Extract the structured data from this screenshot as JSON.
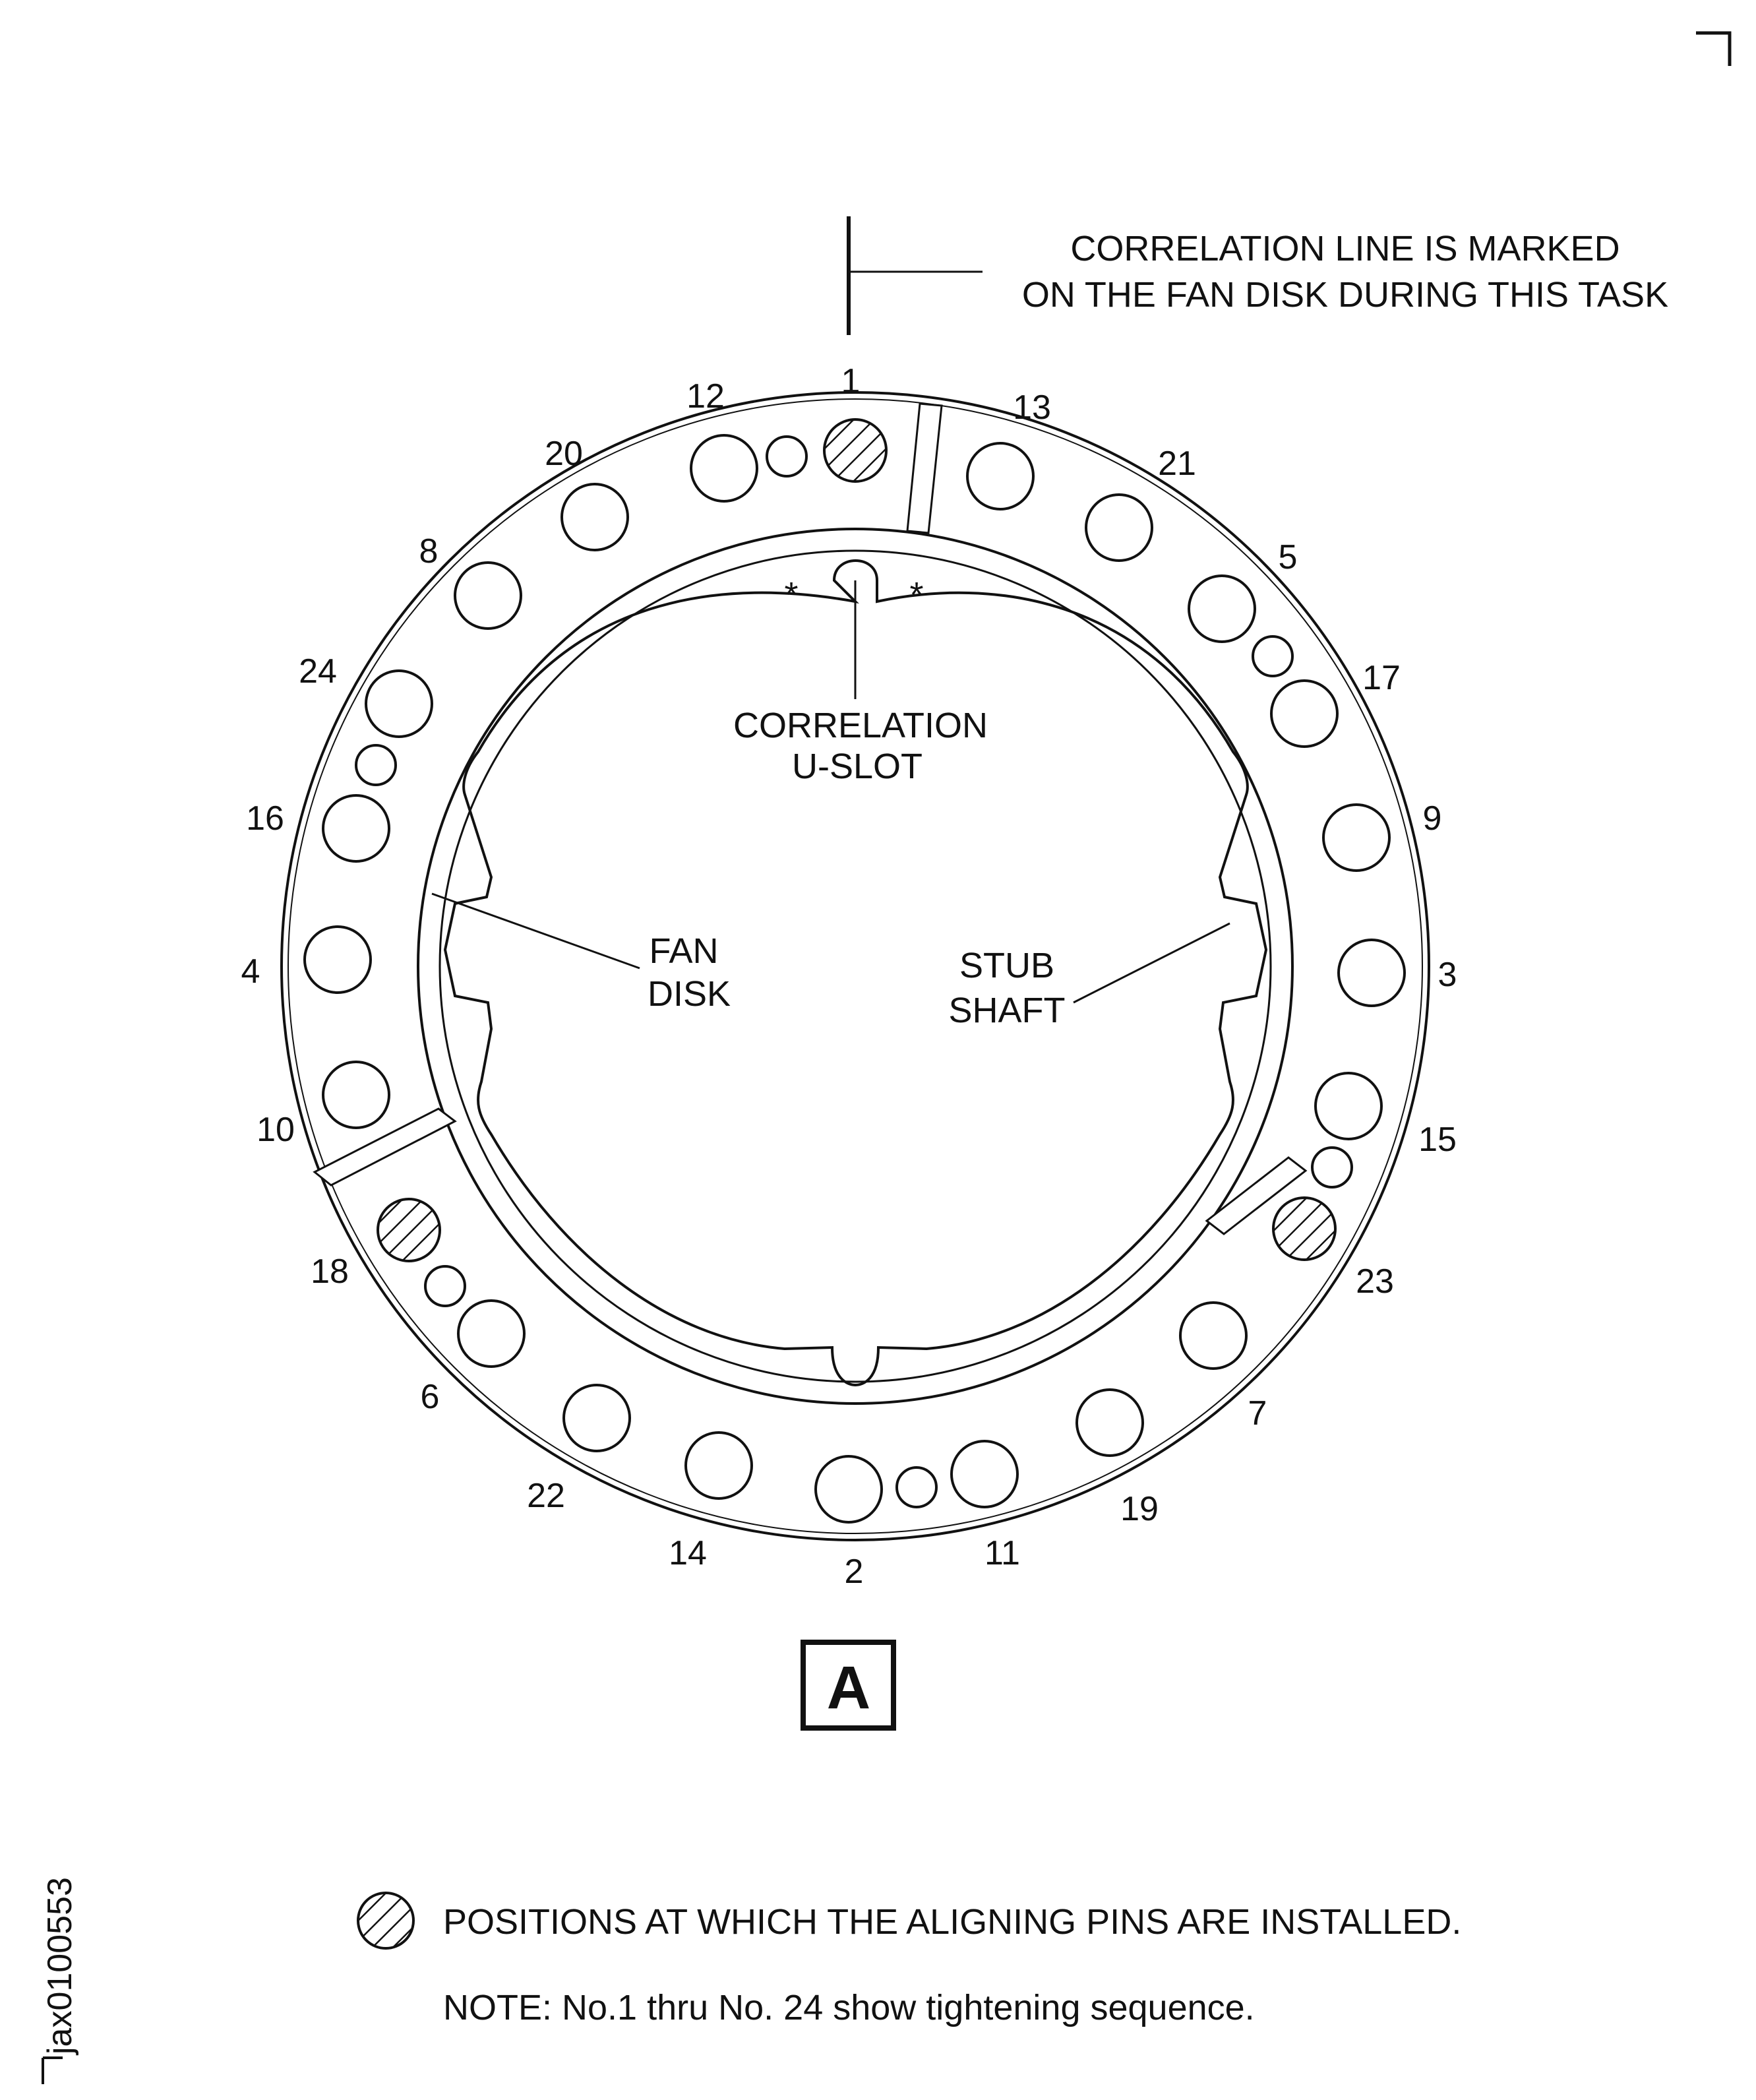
{
  "header_note": {
    "line1": "CORRELATION LINE  IS MARKED",
    "line2": "ON THE FAN DISK DURING THIS TASK"
  },
  "labels": {
    "correlation_uslot": [
      "CORRELATION",
      "U-SLOT"
    ],
    "fan_disk": [
      "FAN",
      "DISK"
    ],
    "stub_shaft": [
      "STUB",
      "SHAFT"
    ],
    "asterisk": "*"
  },
  "view_label": "A",
  "bolt_numbers": [
    "1",
    "2",
    "3",
    "4",
    "5",
    "6",
    "7",
    "8",
    "9",
    "10",
    "11",
    "12",
    "13",
    "14",
    "15",
    "16",
    "17",
    "18",
    "19",
    "20",
    "21",
    "22",
    "23",
    "24"
  ],
  "aligning_pin_positions": [
    "1",
    "18",
    "23"
  ],
  "legend": {
    "text": "POSITIONS AT WHICH THE ALIGNING PINS ARE INSTALLED."
  },
  "note": "NOTE: No.1 thru No. 24 show tightening sequence.",
  "figure_id": "jax0100553",
  "colors": {
    "ink": "#111111",
    "paper": "#ffffff"
  }
}
